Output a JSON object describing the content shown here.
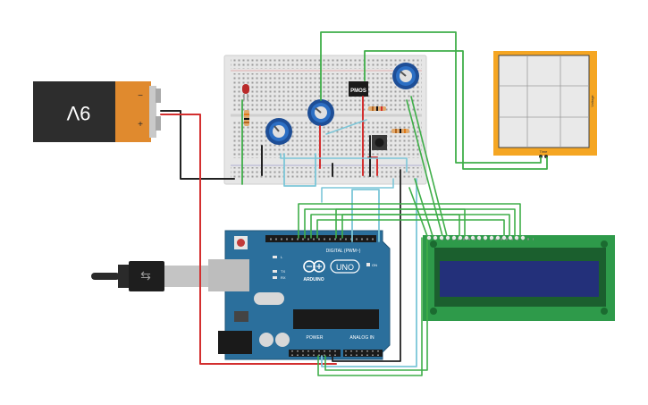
{
  "battery": {
    "label": "9V",
    "minus_label": "−",
    "plus_label": "+"
  },
  "breadboard": {
    "mosfet_label": "PMOS"
  },
  "oscilloscope": {
    "y_axis_label": "Voltage",
    "x_axis_label": "Time"
  },
  "arduino": {
    "logo_text": "ARDUINO",
    "model_text": "UNO",
    "digital_header_label": "DIGITAL (PWM~)",
    "power_label": "POWER",
    "analog_label": "ANALOG IN",
    "tx_label": "TX",
    "rx_label": "RX",
    "l_label": "L",
    "on_label": "ON"
  },
  "colors": {
    "wire_green": "#3fae49",
    "wire_red": "#d32f2f",
    "wire_black": "#222222",
    "wire_cyan": "#7cc6d8",
    "arduino_board": "#2b6f9c",
    "lcd_board": "#2e9a4a",
    "lcd_screen": "#23307a",
    "scope_frame": "#f5a623",
    "battery_orange": "#e08a2e"
  }
}
